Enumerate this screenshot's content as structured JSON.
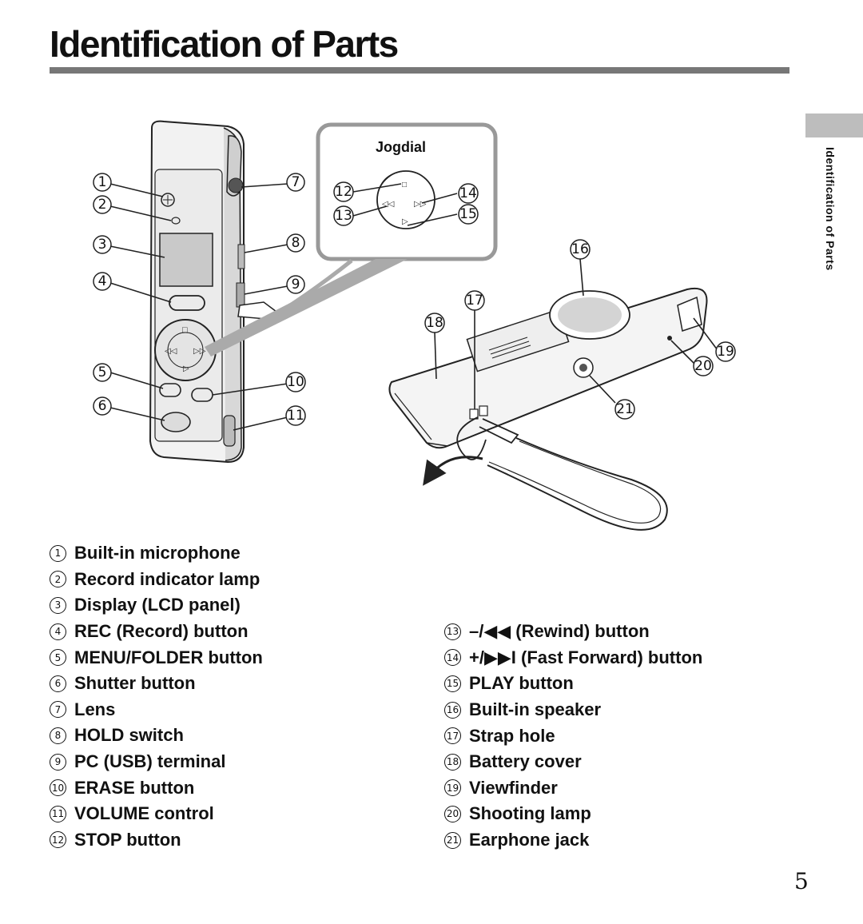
{
  "page": {
    "title": "Identification of Parts",
    "side_label": "Identification of Parts",
    "page_number": "5"
  },
  "figure": {
    "inset_title": "Jogdial",
    "callouts": [
      "1",
      "2",
      "3",
      "4",
      "5",
      "6",
      "7",
      "8",
      "9",
      "10",
      "11",
      "12",
      "13",
      "14",
      "15",
      "16",
      "17",
      "18",
      "19",
      "20",
      "21"
    ]
  },
  "parts_left": [
    {
      "num": "1",
      "label": "Built-in microphone"
    },
    {
      "num": "2",
      "label": "Record indicator lamp"
    },
    {
      "num": "3",
      "label": "Display (LCD panel)"
    },
    {
      "num": "4",
      "label": "REC (Record) button"
    },
    {
      "num": "5",
      "label": "MENU/FOLDER button"
    },
    {
      "num": "6",
      "label": "Shutter button"
    },
    {
      "num": "7",
      "label": "Lens"
    },
    {
      "num": "8",
      "label": "HOLD switch"
    },
    {
      "num": "9",
      "label": "PC (USB) terminal"
    },
    {
      "num": "10",
      "label": "ERASE button"
    },
    {
      "num": "11",
      "label": "VOLUME control"
    },
    {
      "num": "12",
      "label": "STOP button"
    }
  ],
  "parts_right": [
    {
      "num": "13",
      "label": "–/◀◀ (Rewind) button"
    },
    {
      "num": "14",
      "label": "+/▶▶I (Fast Forward) button"
    },
    {
      "num": "15",
      "label": "PLAY button"
    },
    {
      "num": "16",
      "label": "Built-in speaker"
    },
    {
      "num": "17",
      "label": "Strap hole"
    },
    {
      "num": "18",
      "label": "Battery cover"
    },
    {
      "num": "19",
      "label": "Viewfinder"
    },
    {
      "num": "20",
      "label": "Shooting lamp"
    },
    {
      "num": "21",
      "label": "Earphone jack"
    }
  ]
}
